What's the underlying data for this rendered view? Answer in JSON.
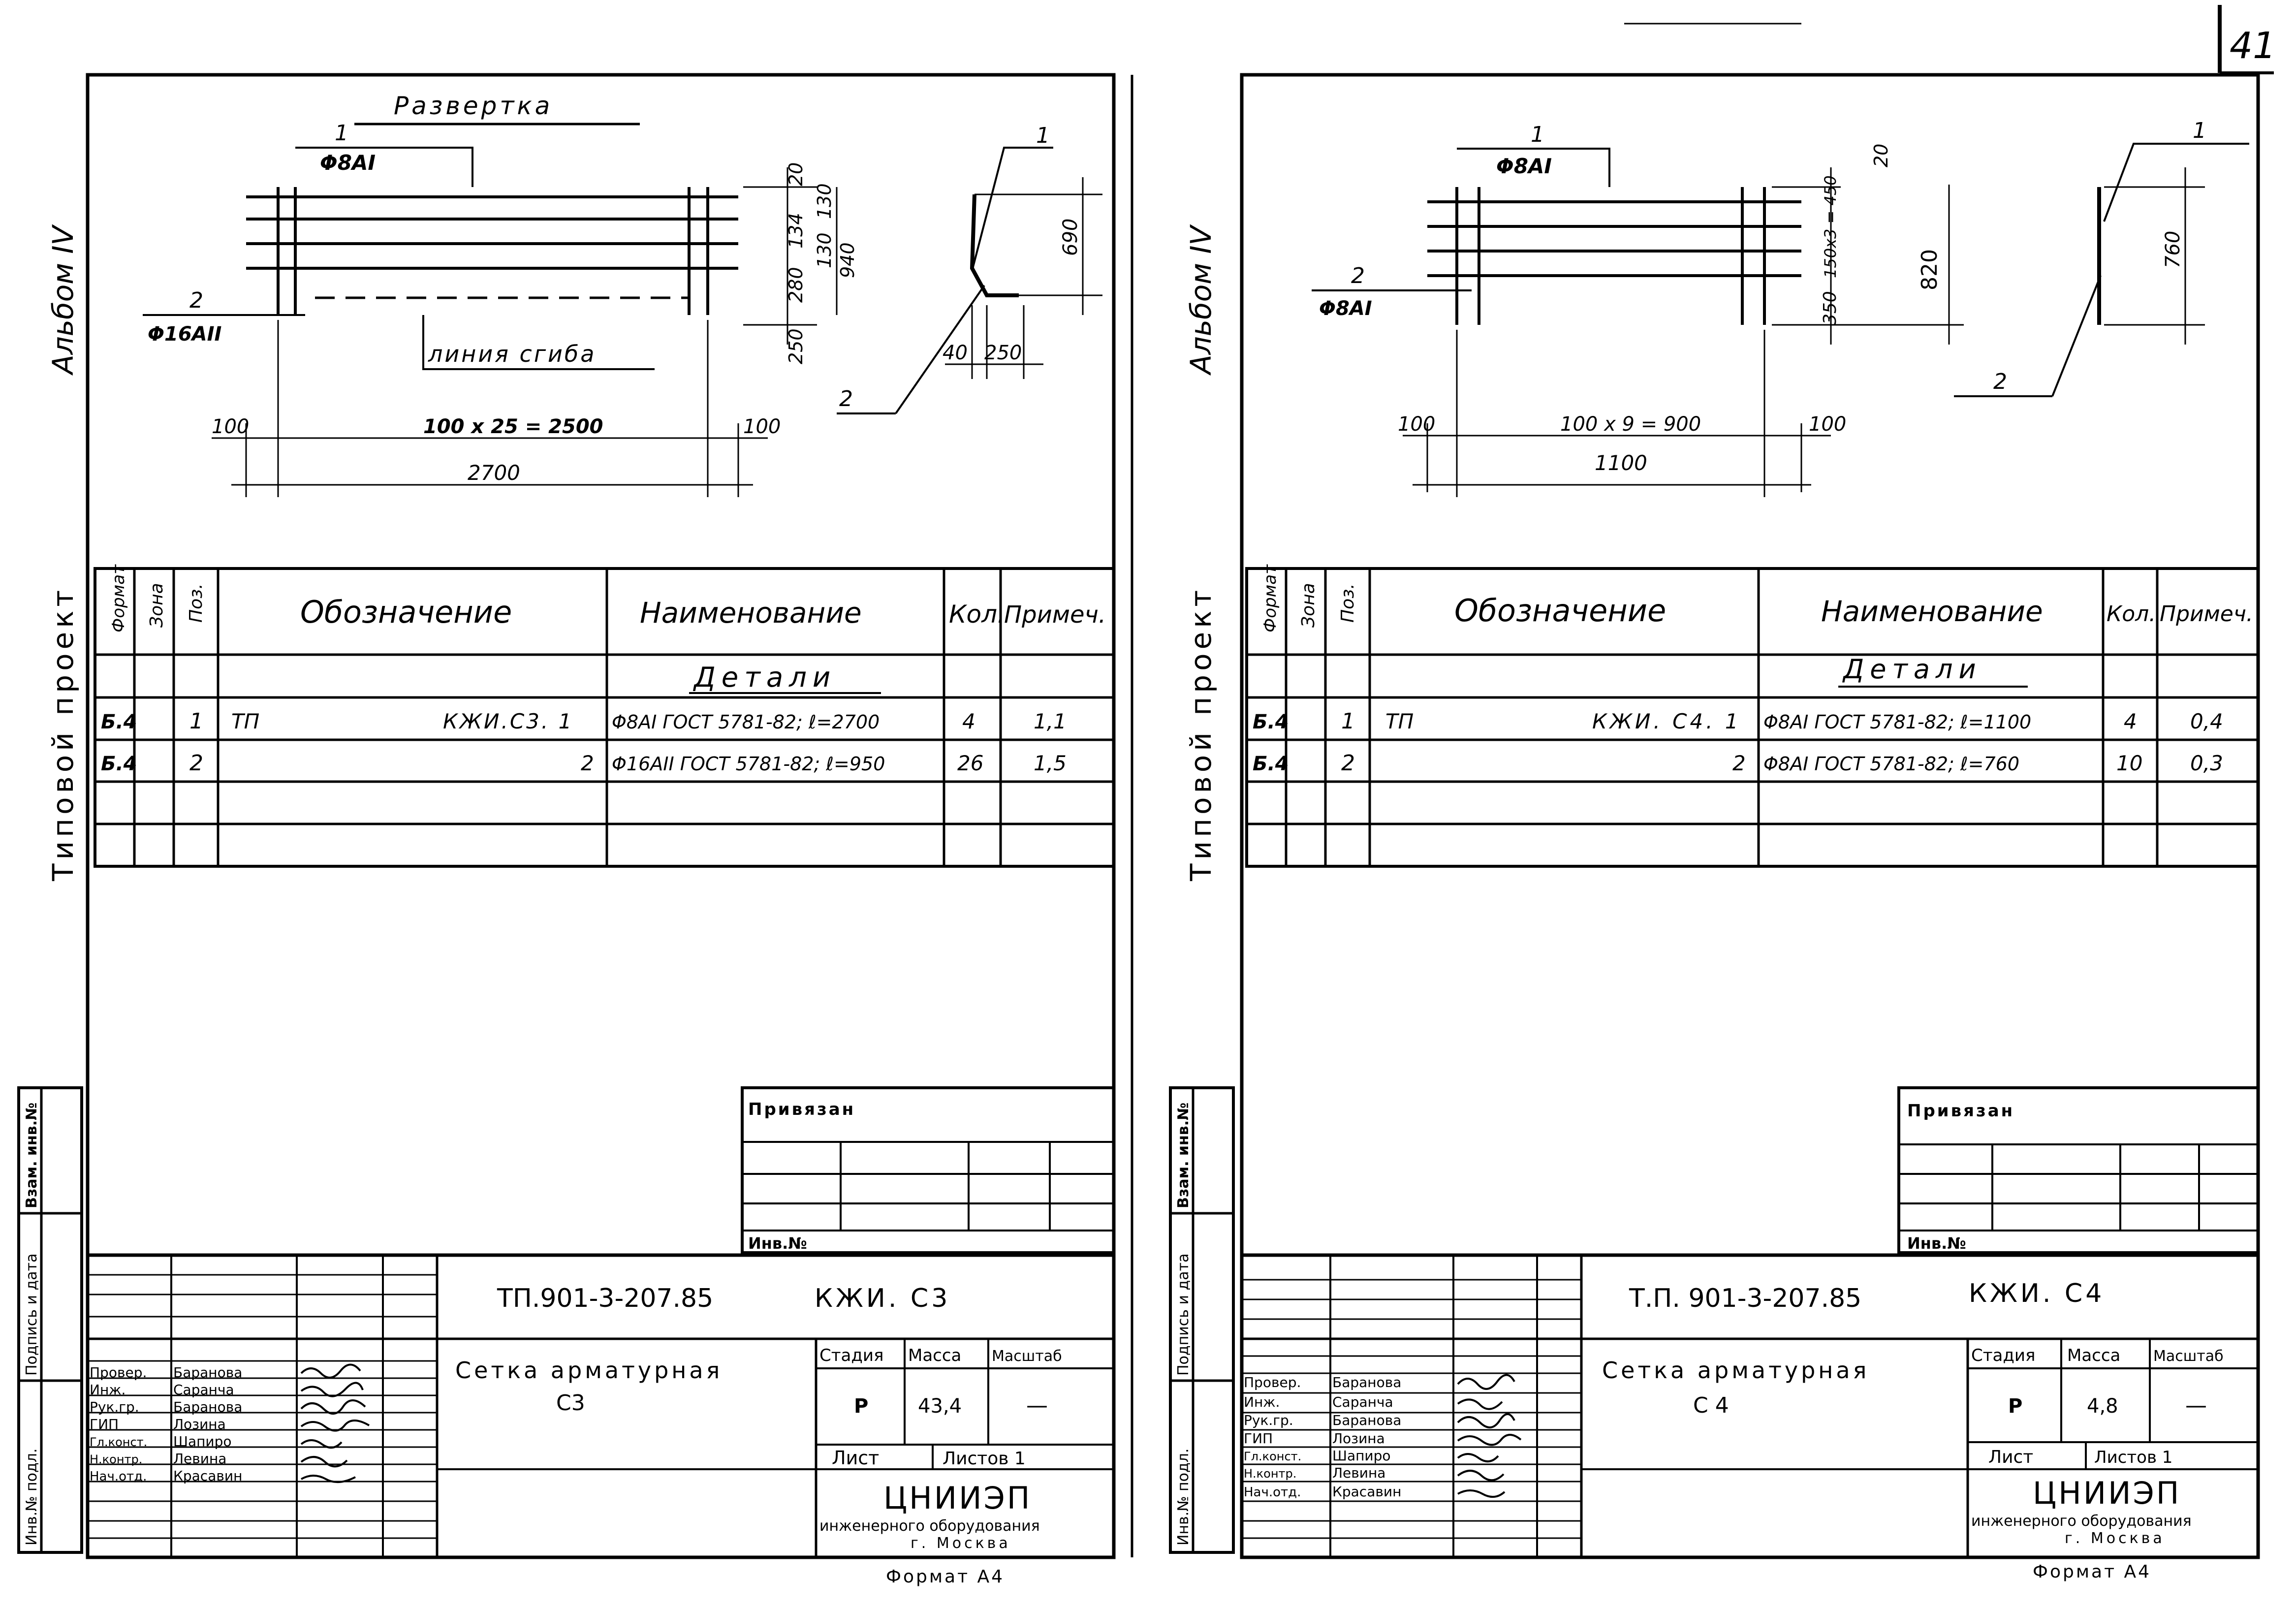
{
  "page_number": "41",
  "sheets": [
    {
      "side_label_album": "Альбом IV",
      "side_label_project": "Типовой проект",
      "stamp_labels": [
        "Инв.№ подл.",
        "Подпись и дата",
        "Взам. инв.№"
      ],
      "drawing": {
        "title": "Развертка",
        "pos1_label": "1",
        "pos1_bar": "Φ8АI",
        "pos2_label": "2",
        "pos2_bar": "Φ16АII",
        "fold_line": "линия сгиба",
        "dims_right": [
          "20",
          "130",
          "134",
          "130",
          "940",
          "280",
          "250"
        ],
        "dim_left_end": "100",
        "dim_spacing": "100 x 25 = 2500",
        "dim_right_end": "100",
        "dim_total": "2700",
        "side_label_1": "1",
        "side_label_2": "2",
        "side_dim_height": "690",
        "side_dim_a": "40",
        "side_dim_b": "250"
      },
      "spec": {
        "headers": [
          "Формат",
          "Зона",
          "Поз.",
          "Обозначение",
          "Наименование",
          "Кол.",
          "Примеч."
        ],
        "section": "Детали",
        "rows": [
          {
            "format": "Б.4",
            "zone": "",
            "pos": "1",
            "doc_prefix": "ТП",
            "doc_code": "КЖИ.С3. 1",
            "name": "Φ8АI ГОСТ 5781-82; ℓ=2700",
            "qty": "4",
            "note": "1,1"
          },
          {
            "format": "Б.4",
            "zone": "",
            "pos": "2",
            "doc_prefix": "",
            "doc_code": "2",
            "name": "Φ16АII ГОСТ 5781-82; ℓ=950",
            "qty": "26",
            "note": "1,5"
          }
        ]
      },
      "bound_label": "Привязан",
      "inv_label": "Инв.№",
      "doc_number": "ТП.901-3-207.85",
      "doc_code": "КЖИ. С3",
      "item_title": "Сетка арматурная",
      "item_mark": "С3",
      "stage_header": "Стадия",
      "mass_header": "Масса",
      "scale_header": "Масштаб",
      "stage": "Р",
      "mass": "43,4",
      "scale": "—",
      "sheet_label": "Лист",
      "sheets_label": "Листов 1",
      "org_name": "ЦНИИЭП",
      "org_sub": "инженерного оборудования",
      "org_city": "г. Москва",
      "format_label": "Формат А4",
      "signatures": [
        {
          "role": "Провер.",
          "name": "Баранова"
        },
        {
          "role": "Инж.",
          "name": "Саранча"
        },
        {
          "role": "Рук.гр.",
          "name": "Баранова"
        },
        {
          "role": "ГИП",
          "name": "Лозина"
        },
        {
          "role": "Гл.конст.",
          "name": "Шапиро"
        },
        {
          "role": "Н.контр.",
          "name": "Левина"
        },
        {
          "role": "Нач.отд.",
          "name": "Красавин"
        }
      ]
    },
    {
      "side_label_album": "Альбом IV",
      "side_label_project": "Типовой проект",
      "stamp_labels": [
        "Инв.№ подл.",
        "Подпись и дата",
        "Взам. инв.№"
      ],
      "drawing": {
        "pos1_label": "1",
        "pos1_bar": "Φ8АI",
        "pos2_label": "2",
        "pos2_bar": "Φ8АI",
        "dims_right": [
          "20",
          "150x3 = 450",
          "350",
          "820"
        ],
        "dim_left_end": "100",
        "dim_spacing": "100 x 9 = 900",
        "dim_right_end": "100",
        "dim_total": "1100",
        "side_label_1": "1",
        "side_label_2": "2",
        "side_dim_height": "760"
      },
      "spec": {
        "headers": [
          "Формат",
          "Зона",
          "Поз.",
          "Обозначение",
          "Наименование",
          "Кол.",
          "Примеч."
        ],
        "section": "Детали",
        "rows": [
          {
            "format": "Б.4",
            "zone": "",
            "pos": "1",
            "doc_prefix": "ТП",
            "doc_code": "КЖИ. С4. 1",
            "name": "Φ8АI ГОСТ 5781-82; ℓ=1100",
            "qty": "4",
            "note": "0,4"
          },
          {
            "format": "Б.4",
            "zone": "",
            "pos": "2",
            "doc_prefix": "",
            "doc_code": "2",
            "name": "Φ8АI ГОСТ 5781-82; ℓ=760",
            "qty": "10",
            "note": "0,3"
          }
        ]
      },
      "bound_label": "Привязан",
      "inv_label": "Инв.№",
      "doc_number": "Т.П. 901-3-207.85",
      "doc_code": "КЖИ. С4",
      "item_title": "Сетка арматурная",
      "item_mark": "С 4",
      "stage_header": "Стадия",
      "mass_header": "Масса",
      "scale_header": "Масштаб",
      "stage": "Р",
      "mass": "4,8",
      "scale": "—",
      "sheet_label": "Лист",
      "sheets_label": "Листов 1",
      "org_name": "ЦНИИЭП",
      "org_sub": "инженерного оборудования",
      "org_city": "г. Москва",
      "format_label": "Формат А4",
      "signatures": [
        {
          "role": "Провер.",
          "name": "Баранова"
        },
        {
          "role": "Инж.",
          "name": "Саранча"
        },
        {
          "role": "Рук.гр.",
          "name": "Баранова"
        },
        {
          "role": "ГИП",
          "name": "Лозина"
        },
        {
          "role": "Гл.конст.",
          "name": "Шапиро"
        },
        {
          "role": "Н.контр.",
          "name": "Левина"
        },
        {
          "role": "Нач.отд.",
          "name": "Красавин"
        }
      ]
    }
  ]
}
